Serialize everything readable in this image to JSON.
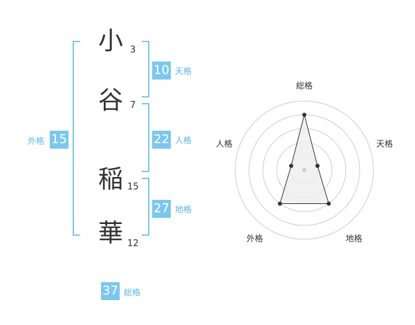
{
  "name": {
    "characters": [
      {
        "char": "小",
        "strokes": "3"
      },
      {
        "char": "谷",
        "strokes": "7"
      },
      {
        "char": "稲",
        "strokes": "15"
      },
      {
        "char": "華",
        "strokes": "12"
      }
    ]
  },
  "fortunes": {
    "tenkaku": {
      "label": "天格",
      "value": "10"
    },
    "jinkaku": {
      "label": "人格",
      "value": "22"
    },
    "chikaku": {
      "label": "地格",
      "value": "27"
    },
    "gaikaku": {
      "label": "外格",
      "value": "15"
    },
    "soukaku": {
      "label": "総格",
      "value": "37"
    }
  },
  "colors": {
    "accent": "#7cc7ee",
    "accent_text": "#5bb8e8",
    "bracket": "#7cc7ee",
    "radar_ring": "#cccccc",
    "radar_fill": "#eeeeee",
    "radar_point": "#333333"
  },
  "chart_data": {
    "type": "radar",
    "axes": [
      "総格",
      "天格",
      "地格",
      "外格",
      "人格"
    ],
    "values": [
      4,
      1,
      3,
      3,
      1
    ],
    "max": 5,
    "rings": 5
  }
}
